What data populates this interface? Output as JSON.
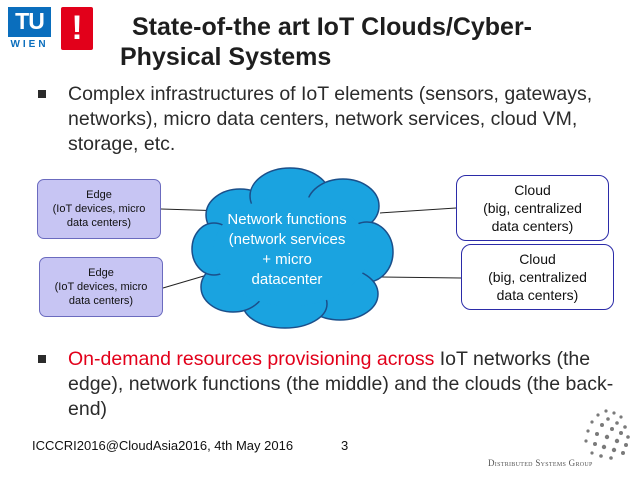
{
  "logo": {
    "tu": "TU",
    "wien": "WIEN",
    "mark": "!"
  },
  "title": {
    "line1": "State-of-the art IoT Clouds/Cyber-",
    "line2": "Physical Systems"
  },
  "bullets": [
    {
      "text": "Complex infrastructures of IoT elements (sensors, gateways, networks), micro data centers, network services, cloud VM, storage, etc."
    },
    {
      "highlight": "On-demand resources provisioning across",
      "text": " IoT networks (the edge), network functions (the middle) and the clouds (the back-end)"
    }
  ],
  "diagram": {
    "edge1": "Edge\n(IoT devices, micro\ndata centers)",
    "edge2": "Edge\n(IoT devices, micro\ndata centers)",
    "network": "Network functions\n(network services\n+ micro\ndatacenter",
    "cloud1": "Cloud\n(big, centralized\ndata centers)",
    "cloud2": "Cloud\n(big, centralized\ndata centers)"
  },
  "footer": {
    "left": "ICCCRI2016@CloudAsia2016, 4th May 2016",
    "page": "3",
    "group": "Distributed Systems Group"
  },
  "colors": {
    "accent_red": "#e2001a",
    "tu_blue": "#0a6ebd",
    "edge_fill": "#c7c5f3",
    "cloud_fill": "#1aa3e0",
    "cloud_border": "#2b2ba8"
  }
}
